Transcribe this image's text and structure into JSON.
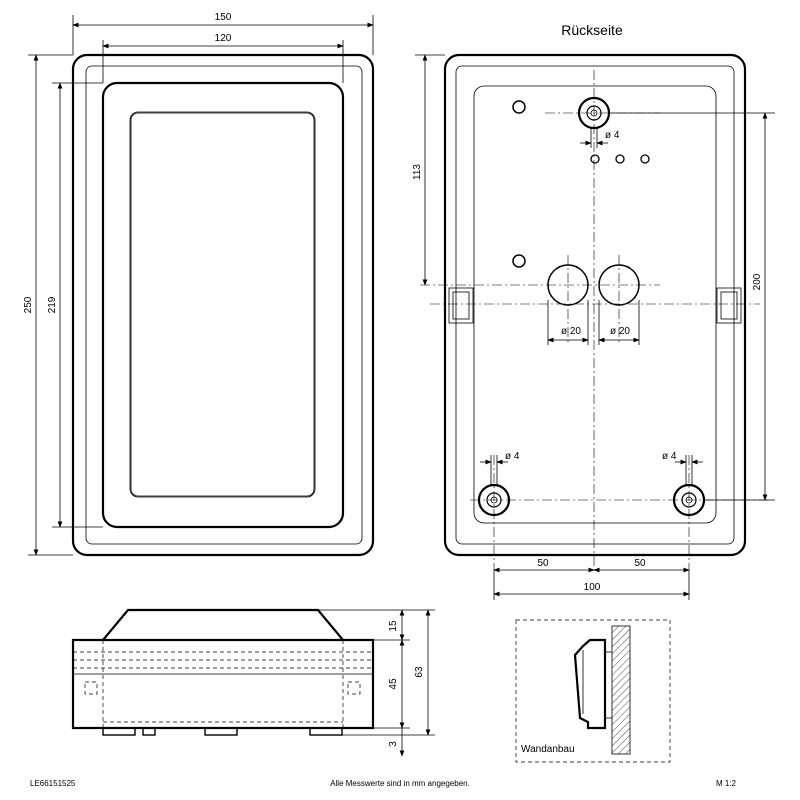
{
  "labels": {
    "back_title": "Rückseite",
    "mount_label": "Wandanbau",
    "doc_id": "LE66151525",
    "units_note": "Alle Messwerte sind in mm angegeben.",
    "scale": "M 1:2"
  },
  "dimensions": {
    "front_width_outer": "150",
    "front_width_inner": "120",
    "front_height_outer": "250",
    "front_height_inner": "219",
    "back_hole_offset": "113",
    "back_height_holes": "200",
    "hole_top": "ø 4",
    "cable_left": "ø 20",
    "cable_right": "ø 20",
    "hole_bottom_left": "ø 4",
    "hole_bottom_right": "ø 4",
    "half_left": "50",
    "half_right": "50",
    "hole_spacing": "100",
    "side_top": "15",
    "side_mid": "45",
    "side_total": "63",
    "side_bottom": "3"
  }
}
